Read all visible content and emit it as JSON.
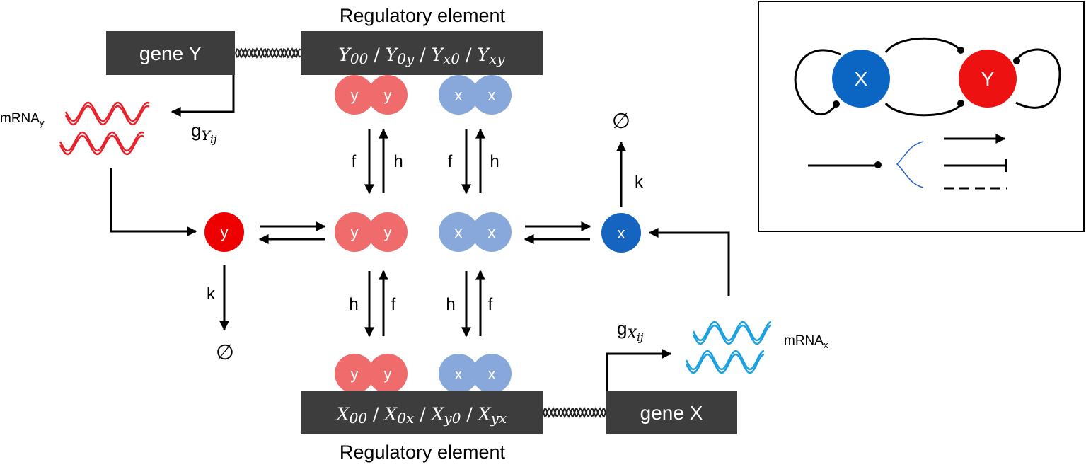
{
  "regulatory_top": {
    "title": "Regulatory element",
    "states": [
      "Y",
      "00",
      "Y",
      "0y",
      "Y",
      "x0",
      "Y",
      "xy"
    ],
    "sep": "/"
  },
  "regulatory_bottom": {
    "title": "Regulatory element",
    "states": [
      "X",
      "00",
      "X",
      "0x",
      "X",
      "y0",
      "X",
      "yx"
    ],
    "sep": "/"
  },
  "gene_y": {
    "label": "gene Y"
  },
  "gene_x": {
    "label": "gene X"
  },
  "mrna_y": {
    "main": "mRNA",
    "sub": "y"
  },
  "mrna_x": {
    "main": "mRNA",
    "sub": "x"
  },
  "rate_gy": {
    "main": "g",
    "sub1": "Y",
    "sub2": "ij"
  },
  "rate_gx": {
    "main": "g",
    "sub1": "X",
    "sub2": "ij"
  },
  "proteins": {
    "y": "y",
    "x": "x"
  },
  "rates": {
    "f": "f",
    "h": "h",
    "k": "k"
  },
  "degradation": {
    "symbol": "∅"
  },
  "legend": {
    "node_x": "X",
    "node_y": "Y"
  },
  "colors": {
    "y_monomer": "#ee0000",
    "y_dimer": "#f06b6b",
    "x_monomer": "#1565c0",
    "x_dimer": "#88a8db",
    "gene_box": "#3d3d3d",
    "mrna_y": "#e8202a",
    "mrna_x": "#1aa0e0",
    "legend_x": "#0b66c3",
    "legend_y": "#ee1111"
  }
}
